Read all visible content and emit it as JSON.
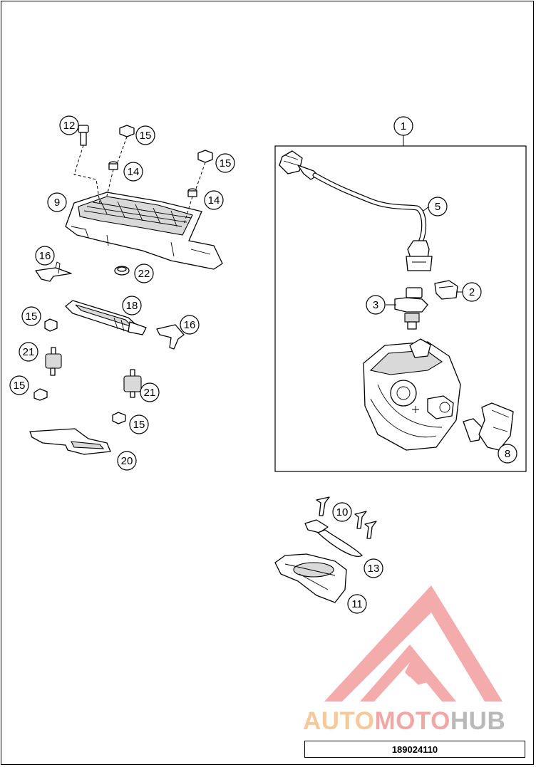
{
  "callouts": [
    {
      "label": "1"
    },
    {
      "label": "2"
    },
    {
      "label": "3"
    },
    {
      "label": "5"
    },
    {
      "label": "8"
    },
    {
      "label": "9"
    },
    {
      "label": "10"
    },
    {
      "label": "11"
    },
    {
      "label": "12"
    },
    {
      "label": "13"
    },
    {
      "label": "14"
    },
    {
      "label": "14"
    },
    {
      "label": "15"
    },
    {
      "label": "15"
    },
    {
      "label": "15"
    },
    {
      "label": "15"
    },
    {
      "label": "15"
    },
    {
      "label": "16"
    },
    {
      "label": "16"
    },
    {
      "label": "18"
    },
    {
      "label": "20"
    },
    {
      "label": "21"
    },
    {
      "label": "21"
    },
    {
      "label": "22"
    }
  ],
  "drawing_number": "189024110",
  "watermark": {
    "part1": "AUTO",
    "part2": "MOTO",
    "part3": "HUB",
    "colors": {
      "auto": "#f6c99a",
      "moto": "#f2a7a7",
      "hub": "#b9b9b9",
      "logo": "#f08f8f"
    }
  }
}
